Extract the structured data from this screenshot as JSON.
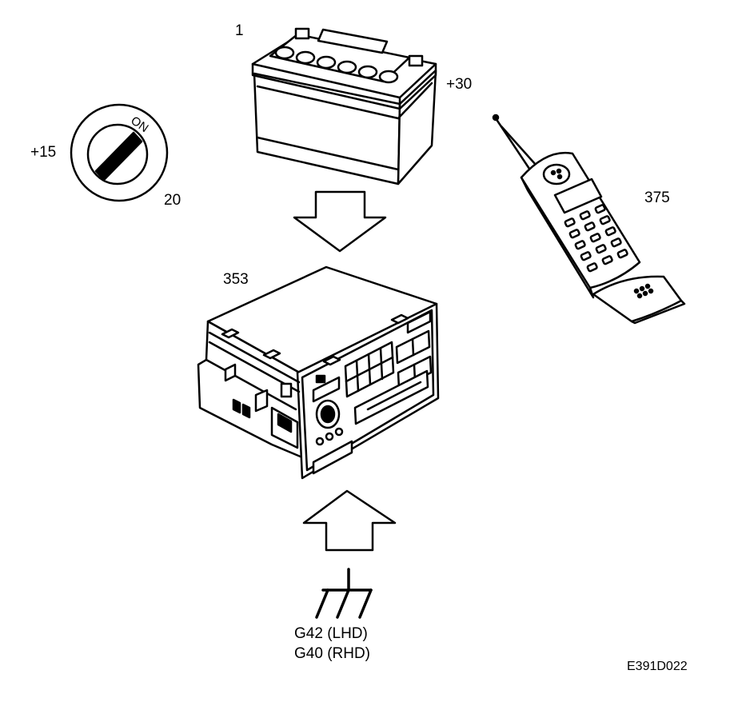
{
  "labels": {
    "battery": "1",
    "battery_terminal": "+30",
    "ignition_terminal": "+15",
    "ignition": "20",
    "ignition_on": "ON",
    "phone": "375",
    "radio": "353",
    "ground_lhd": "G42 (LHD)",
    "ground_rhd": "G40 (RHD)",
    "drawing_ref": "E391D022"
  }
}
